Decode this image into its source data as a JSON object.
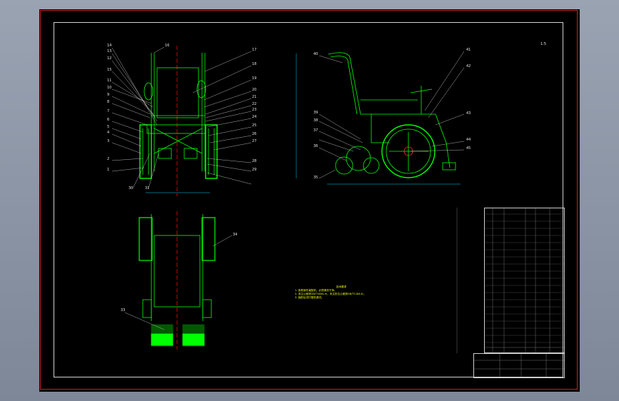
{
  "sheet": {
    "scale_text": "1:5",
    "colors": {
      "background": "#000000",
      "drawing": "#00ff00",
      "centerline": "#ff0000",
      "text": "#e6e6e6",
      "notes": "#f0ff00",
      "frame": "#c0202a"
    }
  },
  "front_view": {
    "callouts_left": [
      "14",
      "13",
      "12",
      "15",
      "11",
      "10",
      "9",
      "8",
      "7",
      "6",
      "5",
      "4",
      "3",
      "2",
      "1"
    ],
    "callouts_right": [
      "17",
      "18",
      "19",
      "20",
      "21",
      "22",
      "23",
      "24",
      "25",
      "26",
      "27",
      "28",
      "29"
    ],
    "callout_top": "16",
    "callouts_bottom": [
      "30",
      "31"
    ]
  },
  "side_view": {
    "callouts": [
      "40",
      "39",
      "38",
      "37",
      "36",
      "35",
      "41",
      "42",
      "43",
      "44",
      "45"
    ]
  },
  "top_view": {
    "callouts": [
      "34",
      "33"
    ]
  },
  "notes": {
    "title": "技术要求",
    "lines": [
      "1. 各零部件装配前，必须清洗干净；",
      "2. 未注公差按GB/T1804-m，未注形位公差按GB/T1184-K；",
      "3. 装配后进行整机调试。"
    ]
  }
}
